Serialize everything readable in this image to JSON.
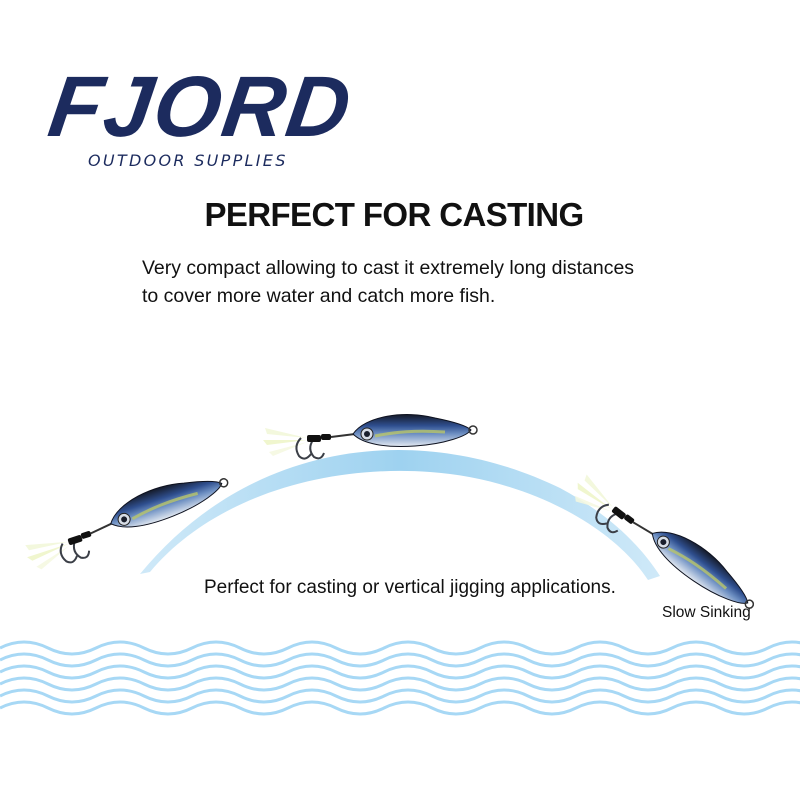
{
  "brand": {
    "name": "FJORD",
    "tagline": "OUTDOOR SUPPLIES",
    "color": "#1c2b5e"
  },
  "headline": "PERFECT FOR CASTING",
  "description": {
    "lines": [
      "Very compact allowing to cast it extremely long distances",
      "to cover more water and catch more fish."
    ]
  },
  "caption": "Perfect for casting or vertical jigging applications.",
  "sink_label": "Slow Sinking",
  "colors": {
    "arc": "#a9d8f2",
    "wave": "#a7d8f5",
    "lure_back": "#1b2030",
    "lure_blue": "#3a5c9c",
    "lure_belly": "#dfe6ee"
  },
  "icons": [
    "fishing-lure-icon",
    "treble-hook-icon",
    "water-wave-icon"
  ]
}
